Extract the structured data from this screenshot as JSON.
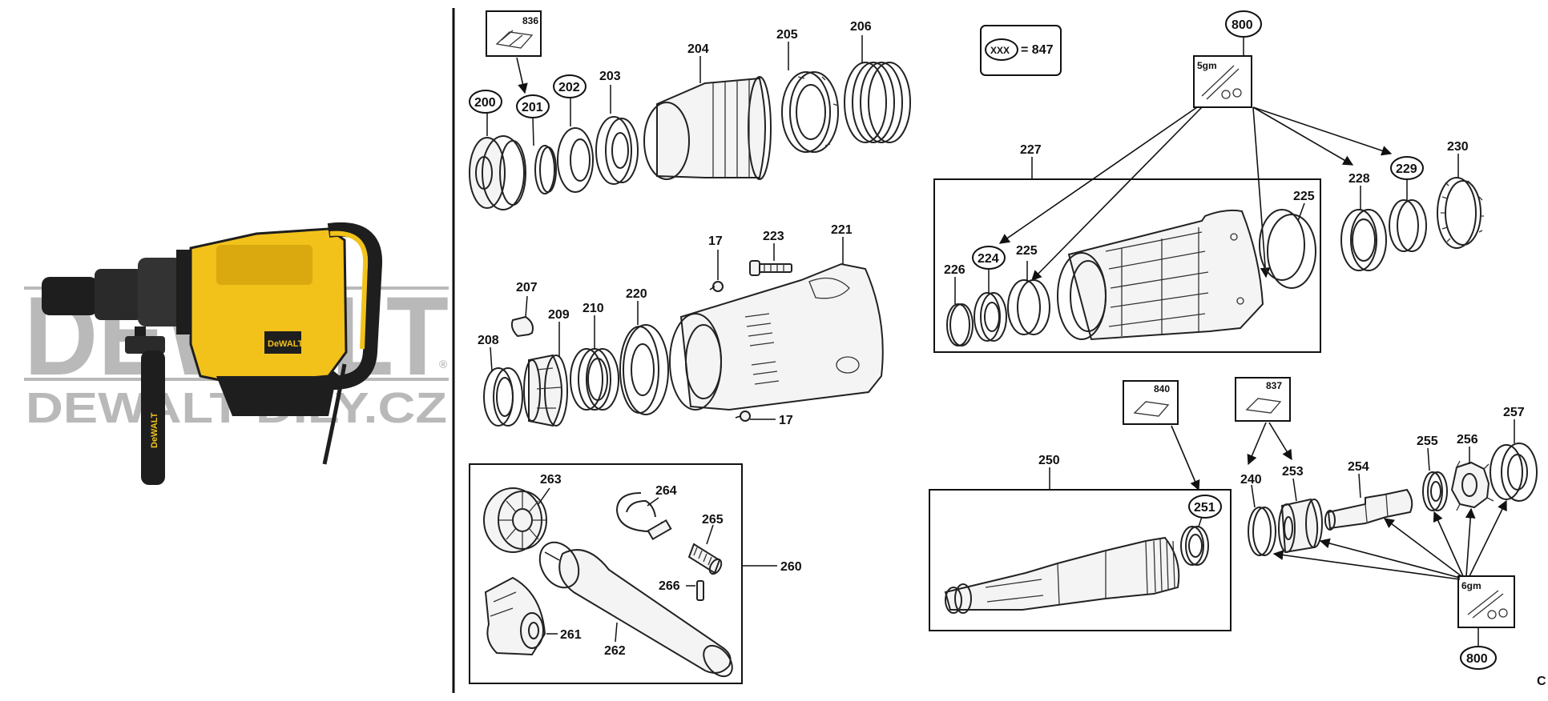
{
  "watermark": {
    "brand": "DEWALT",
    "reg_mark": "®",
    "site": "DEWALT-DILY.CZ"
  },
  "legend": {
    "symbol": "XXX",
    "equals": "= 847"
  },
  "kits": {
    "grease_top": "5gm",
    "grease_bottom": "6gm"
  },
  "corner_mark": "C",
  "colors": {
    "tool_yellow": "#f2c21b",
    "tool_black": "#1e1e1e",
    "watermark_gray": "#b9b9b9",
    "line": "#111111"
  },
  "parts": {
    "p17a": "17",
    "p17b": "17",
    "p200": "200",
    "p201": "201",
    "p202": "202",
    "p203": "203",
    "p204": "204",
    "p205": "205",
    "p206": "206",
    "p207": "207",
    "p208": "208",
    "p209": "209",
    "p210": "210",
    "p220": "220",
    "p221": "221",
    "p223": "223",
    "p224": "224",
    "p225a": "225",
    "p225b": "225",
    "p226": "226",
    "p227": "227",
    "p228": "228",
    "p229": "229",
    "p230": "230",
    "p240": "240",
    "p250": "250",
    "p251": "251",
    "p253": "253",
    "p254": "254",
    "p255": "255",
    "p256": "256",
    "p257": "257",
    "p260": "260",
    "p261": "261",
    "p262": "262",
    "p263": "263",
    "p264": "264",
    "p265": "265",
    "p266": "266",
    "p800a": "800",
    "p800b": "800",
    "p836": "836",
    "p837": "837",
    "p840": "840"
  }
}
